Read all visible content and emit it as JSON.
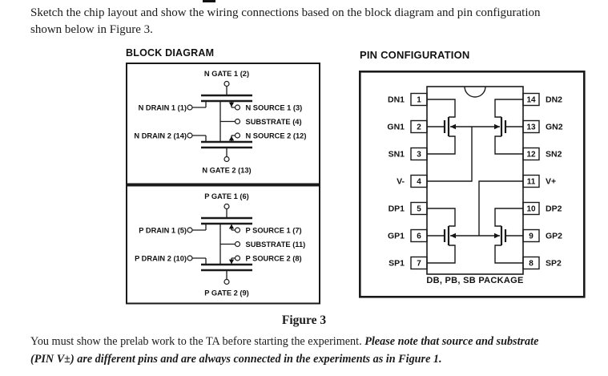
{
  "page": {
    "background": "#ffffff",
    "ink": "#1a1a1a"
  },
  "intro": {
    "line1": "Sketch the chip layout and show the wiring connections based on the block diagram and pin configuration",
    "line2": "shown below in Figure 3."
  },
  "block_diagram": {
    "title": "BLOCK DIAGRAM",
    "n_section": {
      "gate1": "N GATE 1 (2)",
      "drain1": "N DRAIN 1 (1)",
      "source1": "N SOURCE 1 (3)",
      "substrate": "SUBSTRATE (4)",
      "drain2": "N DRAIN 2 (14)",
      "source2": "N SOURCE 2 (12)",
      "gate2": "N GATE 2 (13)"
    },
    "p_section": {
      "gate1": "P GATE 1 (6)",
      "drain1": "P DRAIN 1 (5)",
      "source1": "P SOURCE 1 (7)",
      "substrate": "SUBSTRATE (11)",
      "drain2": "P DRAIN 2 (10)",
      "source2": "P SOURCE 2 (8)",
      "gate2": "P GATE 2 (9)"
    }
  },
  "pin_configuration": {
    "title": "PIN CONFIGURATION",
    "package_label": "DB, PB, SB PACKAGE",
    "left_pins": [
      {
        "num": "1",
        "label": "DN1"
      },
      {
        "num": "2",
        "label": "GN1"
      },
      {
        "num": "3",
        "label": "SN1"
      },
      {
        "num": "4",
        "label": "V-"
      },
      {
        "num": "5",
        "label": "DP1"
      },
      {
        "num": "6",
        "label": "GP1"
      },
      {
        "num": "7",
        "label": "SP1"
      }
    ],
    "right_pins": [
      {
        "num": "14",
        "label": "DN2"
      },
      {
        "num": "13",
        "label": "GN2"
      },
      {
        "num": "12",
        "label": "SN2"
      },
      {
        "num": "11",
        "label": "V+"
      },
      {
        "num": "10",
        "label": "DP2"
      },
      {
        "num": "9",
        "label": "GP2"
      },
      {
        "num": "8",
        "label": "SP2"
      }
    ]
  },
  "figure_caption": "Figure 3",
  "footer": {
    "normal_text": "You must show the prelab work to the TA before starting the experiment. ",
    "emphasis_line1": "Please note that source and substrate",
    "emphasis_line2": "(PIN V±) are different pins and are always connected in the experiments as in Figure 1."
  }
}
